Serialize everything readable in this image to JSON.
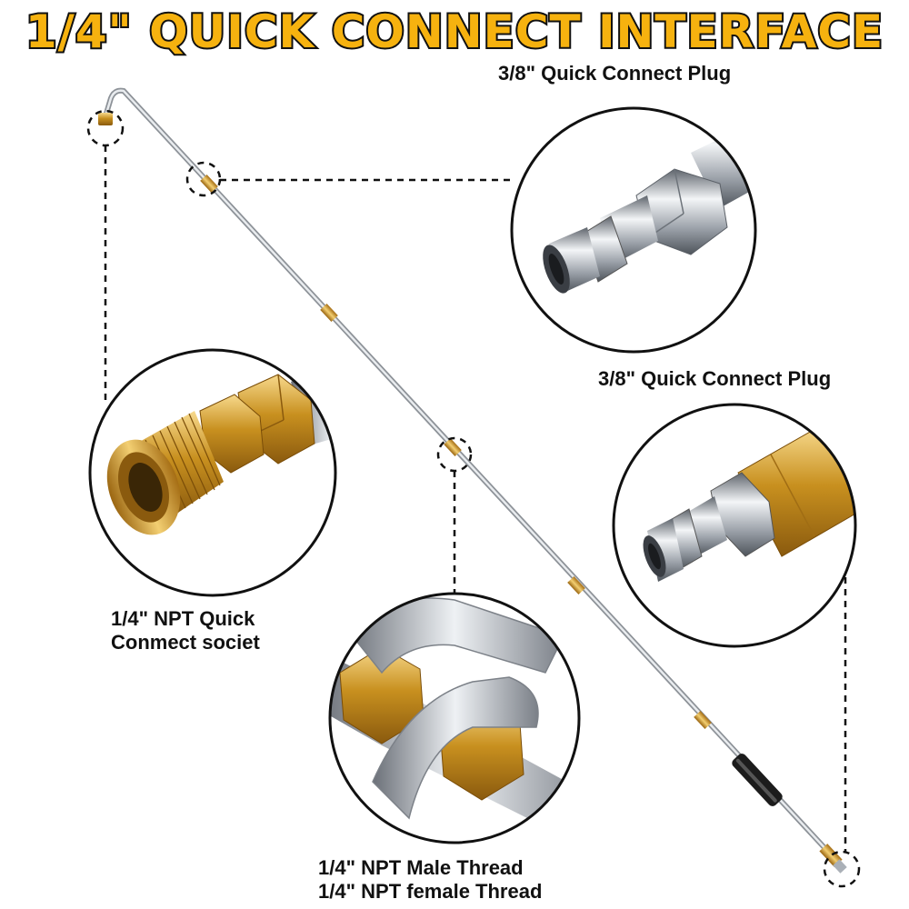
{
  "title": "1/4\" QUICK CONNECT INTERFACE",
  "labels": {
    "plug_top": "3/8\" Quick Connect Plug",
    "plug_right": "3/8\" Quick Connect Plug",
    "socket_line1": "1/4\"  NPT Quick",
    "socket_line2": "Conmect societ",
    "thread_line1": "1/4\"  NPT Male Thread",
    "thread_line2": "1/4\" NPT female Thread"
  },
  "colors": {
    "title_fill": "#f6b20f",
    "title_stroke": "#111111",
    "brass": "#d9a43a",
    "steel": "#c8ccd2"
  }
}
